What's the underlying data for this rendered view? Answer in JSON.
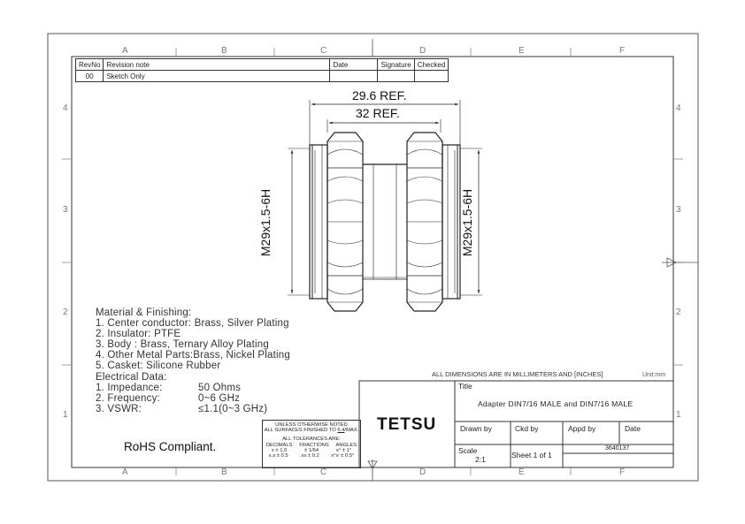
{
  "grid": {
    "columns": [
      "A",
      "B",
      "C",
      "D",
      "E",
      "F"
    ],
    "rows": [
      "4",
      "3",
      "2",
      "1"
    ]
  },
  "revision_table": {
    "headers": [
      "RevNo",
      "Revision note",
      "Date",
      "Signature",
      "Checked"
    ],
    "rows": [
      [
        "00",
        "Sketch Only",
        "",
        "",
        ""
      ]
    ]
  },
  "dimensions": {
    "overall_width": "29.6 REF.",
    "hex_width": "32 REF.",
    "thread_left": "M29x1.5-6H",
    "thread_right": "M29x1.5-6H"
  },
  "notes": {
    "material_title": "Material & Finishing:",
    "material_items": [
      "1. Center conductor: Brass, Silver Plating",
      "2. Insulator: PTFE",
      "3. Body : Brass, Ternary Alloy Plating",
      "4. Other Metal Parts:Brass, Nickel Plating",
      "5. Casket: Silicone Rubber"
    ],
    "electrical_title": "Electrical Data:",
    "electrical_items": [
      {
        "label": "1. Impedance:",
        "value": "50 Ohms"
      },
      {
        "label": "2. Frequency:",
        "value": "0~6 GHz"
      },
      {
        "label": "3. VSWR:",
        "value": "≤1.1(0~3 GHz)"
      }
    ],
    "rohs": "RoHS Compliant."
  },
  "tolerance_block": {
    "line1": "UNLESS OTHERWISE NOTED",
    "line2": "ALL SURFACES FINISHED TO",
    "finish": "6.4",
    "finish_suffix": "/MAX.",
    "line3": "ALL TOLERANCES ARE:",
    "col_headers": [
      "DECIMALS",
      "FRACTIONS",
      "ANGLES"
    ],
    "row1": [
      "x ± 1.0",
      "± 1/64",
      "x° ± 1°"
    ],
    "row2": [
      "x.x ± 0.5",
      ".xx ± 0.2",
      "x°x' ± 0.5°"
    ]
  },
  "title_block": {
    "units_note": "ALL DIMENSIONS ARE IN MILLIMETERS AND [INCHES]",
    "unit": "Unit:mm",
    "title_label": "Title",
    "title": "Adapter DIN7/16 MALE and DIN7/16 MALE",
    "company": "TETSU",
    "drawn_by": "Drawn by",
    "ckd_by": "Ckd by",
    "appd_by": "Appd by",
    "date": "Date",
    "scale_label": "Scale",
    "scale": "2:1",
    "sheet": "Sheet 1 of 1",
    "drawing_no": "3640137"
  }
}
